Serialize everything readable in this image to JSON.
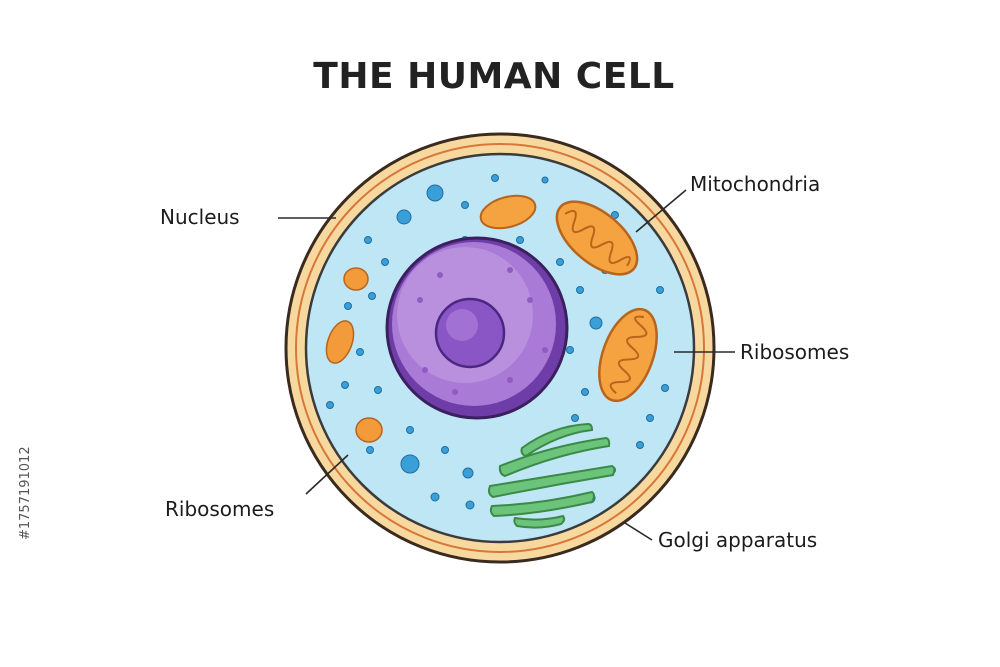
{
  "title": "THE HUMAN CELL",
  "labels": {
    "nucleus": "Nucleus",
    "mitochondria": "Mitochondria",
    "ribosomes_right": "Ribosomes",
    "ribosomes_left": "Ribosomes",
    "golgi": "Golgi apparatus"
  },
  "watermark": "#1757191012",
  "colors": {
    "membrane_outer": "#7a4a2a",
    "membrane_fill": "#f7d9a0",
    "cytoplasm": "#bfe6f5",
    "nucleus": "#8a55c4",
    "nucleolus": "#7a46b5",
    "mitochondria": "#f4a340",
    "golgi": "#6cc47a",
    "ribosome": "#3a9fd8",
    "vesicle": "#f39a3a"
  }
}
